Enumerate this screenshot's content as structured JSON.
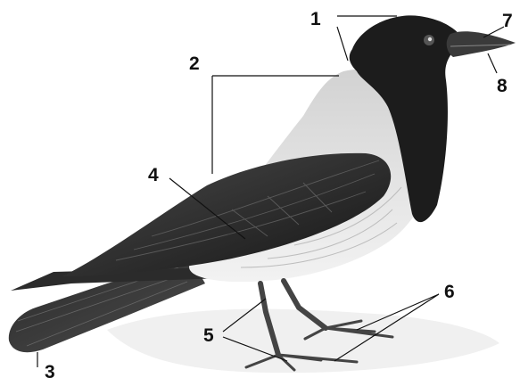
{
  "diagram": {
    "subject": "hooded crow",
    "callouts": [
      {
        "id": "1",
        "label": "1"
      },
      {
        "id": "2",
        "label": "2"
      },
      {
        "id": "3",
        "label": "3"
      },
      {
        "id": "4",
        "label": "4"
      },
      {
        "id": "5",
        "label": "5"
      },
      {
        "id": "6",
        "label": "6"
      },
      {
        "id": "7",
        "label": "7"
      },
      {
        "id": "8",
        "label": "8"
      }
    ],
    "colors": {
      "black_plumage": "#1c1c1c",
      "grey_plumage": "#c9c9c9",
      "light_plumage": "#e4e4e4",
      "beak": "#3a3a3a",
      "ground": "#eeeeee"
    }
  }
}
